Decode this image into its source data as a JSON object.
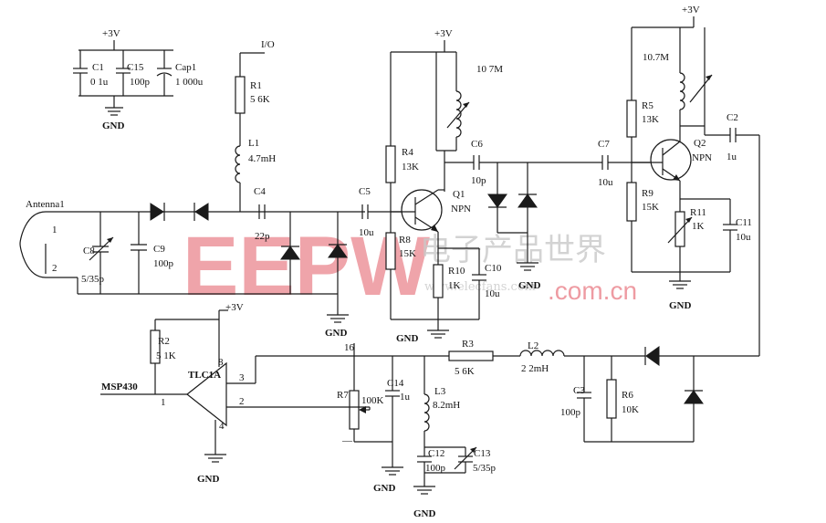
{
  "watermark": {
    "logo": "EEPW",
    "site_cn": "电子产品世界",
    "site_url": "www.elecfans.com",
    "brand_url": ".com.cn"
  },
  "rails": {
    "vplus": "+3V",
    "gnd": "GND"
  },
  "labels": {
    "io": "I/O",
    "antenna": "Antenna1",
    "pin1": "1",
    "pin2": "2",
    "msp430": "MSP430",
    "opamp": "TLC1A",
    "op_pin8": "8",
    "op_pin3": "3",
    "op_pin2": "2",
    "op_pin4": "4",
    "op_pin1": "1",
    "node16": "16",
    "minus": "—",
    "tank1": "10 7M",
    "tank2": "10.7M"
  },
  "parts": {
    "C1": [
      "C1",
      "0 1u"
    ],
    "C15": [
      "C15",
      "100p"
    ],
    "Cap1": [
      "Cap1",
      "1 000u"
    ],
    "R1": [
      "R1",
      "5 6K"
    ],
    "L1": [
      "L1",
      "4.7mH"
    ],
    "C4": [
      "C4",
      "22p"
    ],
    "C5": [
      "C5",
      "10u"
    ],
    "C8": [
      "C8",
      "5/35p"
    ],
    "C9": [
      "C9",
      "100p"
    ],
    "R4": [
      "R4",
      "13K"
    ],
    "R8": [
      "R8",
      "15K"
    ],
    "R10": [
      "R10",
      "1K"
    ],
    "C10": [
      "C10",
      "10u"
    ],
    "Q1": [
      "Q1",
      "NPN"
    ],
    "C6": [
      "C6",
      "10p"
    ],
    "C7": [
      "C7",
      "10u"
    ],
    "R5": [
      "R5",
      "13K"
    ],
    "R9": [
      "R9",
      "15K"
    ],
    "R11": [
      "R11",
      "1K"
    ],
    "C11": [
      "C11",
      "10u"
    ],
    "Q2": [
      "Q2",
      "NPN"
    ],
    "C2": [
      "C2",
      "1u"
    ],
    "R2": [
      "R2",
      "5 1K"
    ],
    "R7": [
      "R7",
      "100K"
    ],
    "C14": [
      "C14",
      "1u"
    ],
    "L3": [
      "L3",
      "8.2mH"
    ],
    "C12": [
      "C12",
      "100p"
    ],
    "C13": [
      "C13",
      "5/35p"
    ],
    "R3": [
      "R3",
      "5 6K"
    ],
    "L2": [
      "L2",
      "2 2mH"
    ],
    "C3": [
      "C3",
      "100p"
    ],
    "R6": [
      "R6",
      "10K"
    ]
  }
}
